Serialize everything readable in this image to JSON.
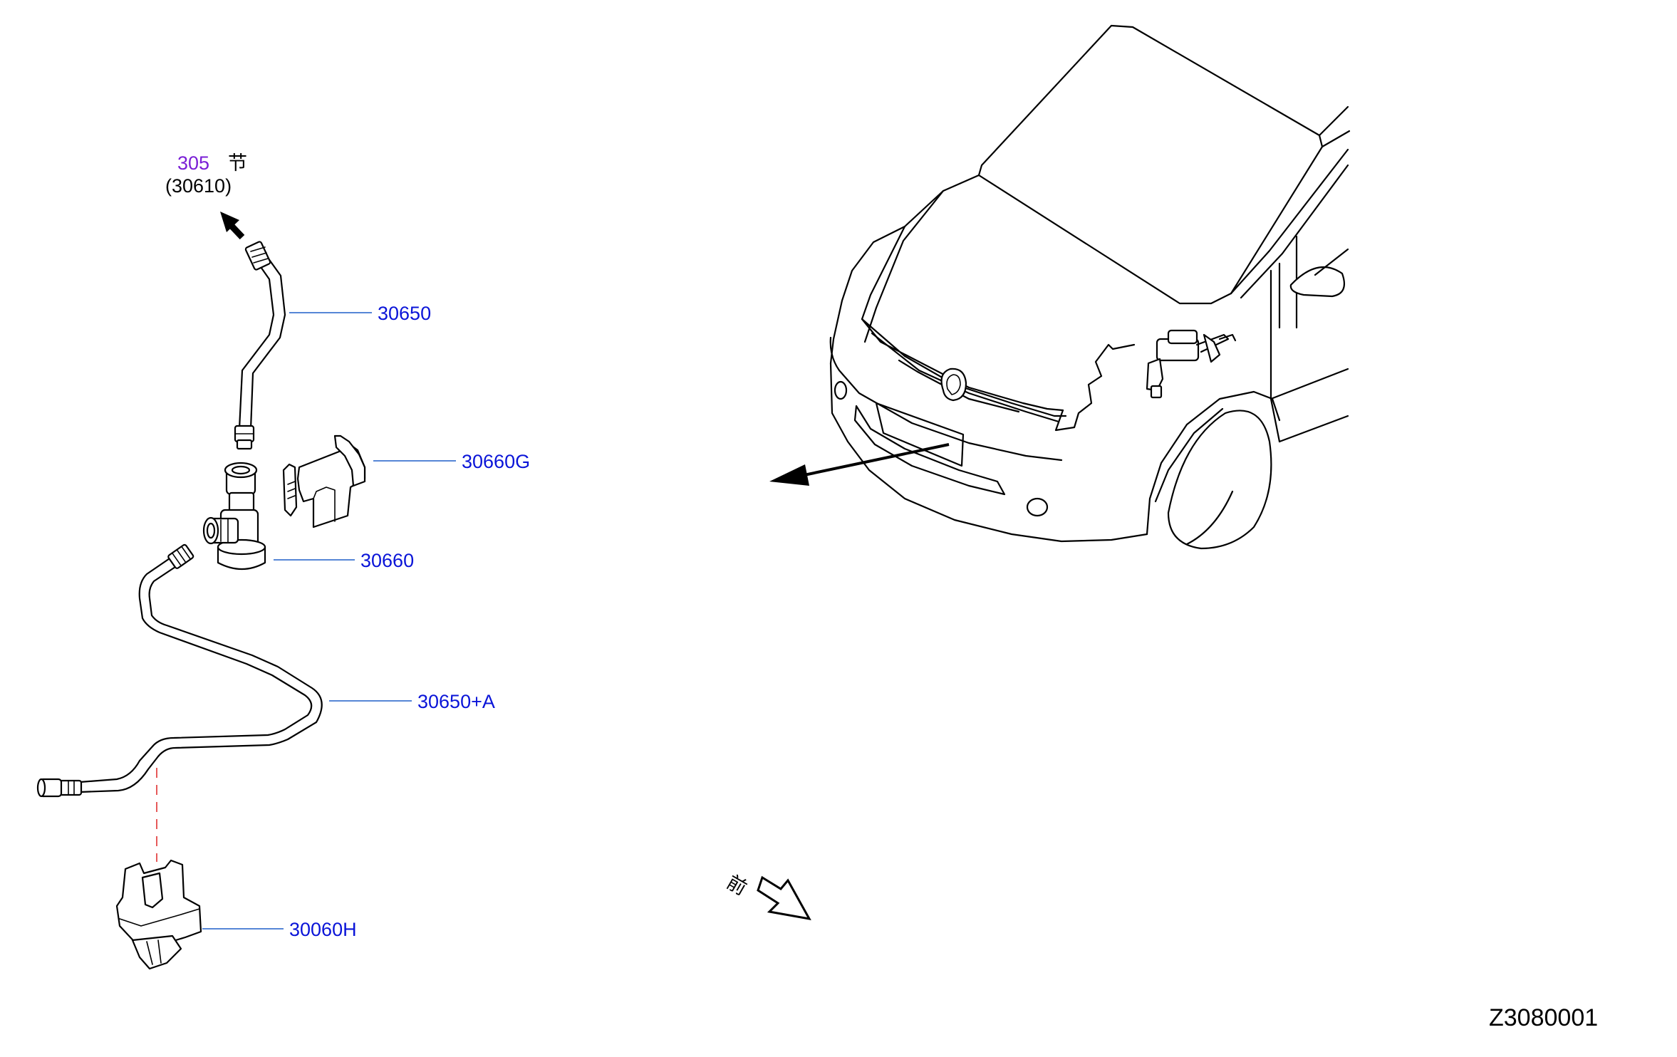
{
  "reference": {
    "section_number": "305",
    "section_char": "节",
    "part_ref": "(30610)"
  },
  "callouts": [
    {
      "id": "30650",
      "label": "30650"
    },
    {
      "id": "30660G",
      "label": "30660G"
    },
    {
      "id": "30660",
      "label": "30660"
    },
    {
      "id": "30650A",
      "label": "30650+A"
    },
    {
      "id": "30060H",
      "label": "30060H"
    }
  ],
  "front_label": "前",
  "diagram_code": "Z3080001",
  "colors": {
    "callout_text": "#0a14d8",
    "section_number": "#7a1fd6",
    "leader_line": "#1f5fc8",
    "dashed_link": "#e03030"
  }
}
